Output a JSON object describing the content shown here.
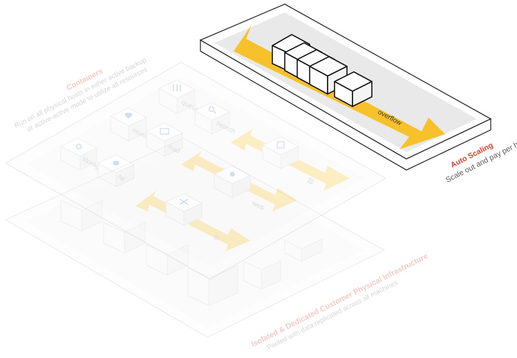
{
  "auto_scaling": {
    "title": "Auto Scaling",
    "subtitle": "Scale out and pay per hour",
    "arrow_label": "overflow",
    "title_color": "#e8412c",
    "subtitle_color": "#5a5a5a",
    "accent_color": "#f7c12b"
  },
  "containers": {
    "title": "Containers",
    "description_line1": "Run on all physical hosts in either active backup",
    "description_line2": "or active-active mode to utilize all resources",
    "title_color": "#e8412c",
    "services": [
      {
        "label": "storage",
        "icon": "storage-icon"
      },
      {
        "label": "monitor",
        "icon": "heart-icon"
      },
      {
        "label": "queue",
        "icon": "bars-icon"
      },
      {
        "label": "search",
        "icon": "magnifier-icon"
      },
      {
        "label": "mail",
        "icon": "envelope-icon"
      },
      {
        "label": "fw",
        "icon": "lock-icon"
      },
      {
        "label": "web",
        "icon": "gear-icon"
      },
      {
        "label": "db",
        "icon": "database-icon"
      },
      {
        "label": "lb",
        "icon": "network-icon"
      }
    ]
  },
  "infrastructure": {
    "title": "Isolated & Dedicated Customer Physical Infrastructure",
    "subtitle": "Pooled with data replicated across all machines",
    "title_color": "#e8412c"
  }
}
